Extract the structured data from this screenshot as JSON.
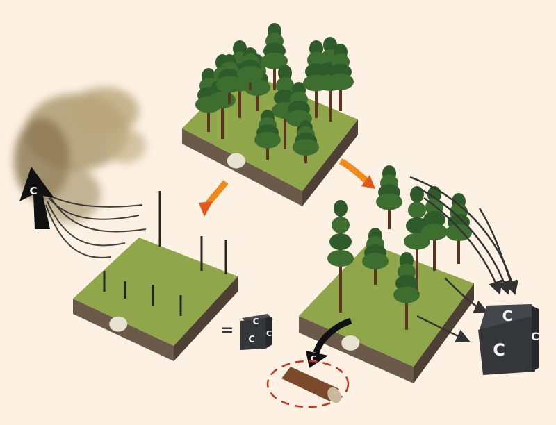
{
  "carbon_symbol": "C",
  "equals_sign": "=",
  "colors": {
    "background": "#fcf1e3",
    "grass": "#8fa64a",
    "soil": "#6b5a4a",
    "tree": "#2f5a2a",
    "smoke": "#8a7a55",
    "cube": "#35363a",
    "fire_arrow": "#f08a1c",
    "log_circle": "#c8321e"
  },
  "labels": {
    "smoke_arrow": "C",
    "small_cube_top": "C",
    "small_cube_front": "C",
    "small_cube_side": "C",
    "log_arrow": "C",
    "big_cube_top": "C",
    "big_cube_front": "C",
    "big_cube_side": "C"
  }
}
